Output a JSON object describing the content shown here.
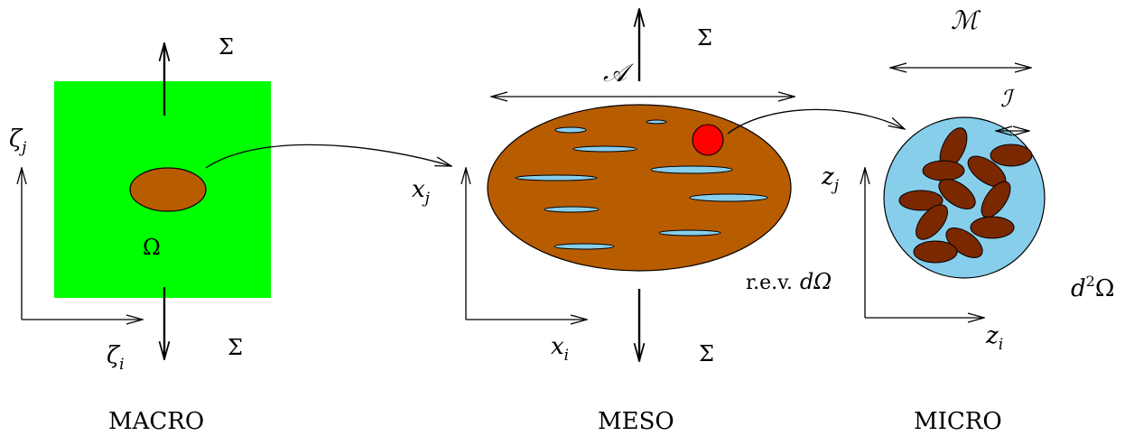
{
  "colors": {
    "macro_bg": "#00ff00",
    "particle": "#b85c00",
    "pore": "#87ceeb",
    "inclusion": "#ff0000",
    "grain": "#7a2800"
  },
  "labels": {
    "sigma": "Σ",
    "omega": "Ω",
    "zeta_i": "ζ",
    "zeta_j": "ζ",
    "x_base": "x",
    "z_base": "z",
    "sub_i": "i",
    "sub_j": "j",
    "A": "𝒜",
    "M": "ℳ",
    "I": "ℐ",
    "rev": "r.e.v.",
    "d_omega": "dΩ",
    "d2_d": "d",
    "d2_sup": "2",
    "d2_omega": "Ω"
  },
  "sections": {
    "macro": "MACRO",
    "meso": "MESO",
    "micro": "MICRO"
  }
}
